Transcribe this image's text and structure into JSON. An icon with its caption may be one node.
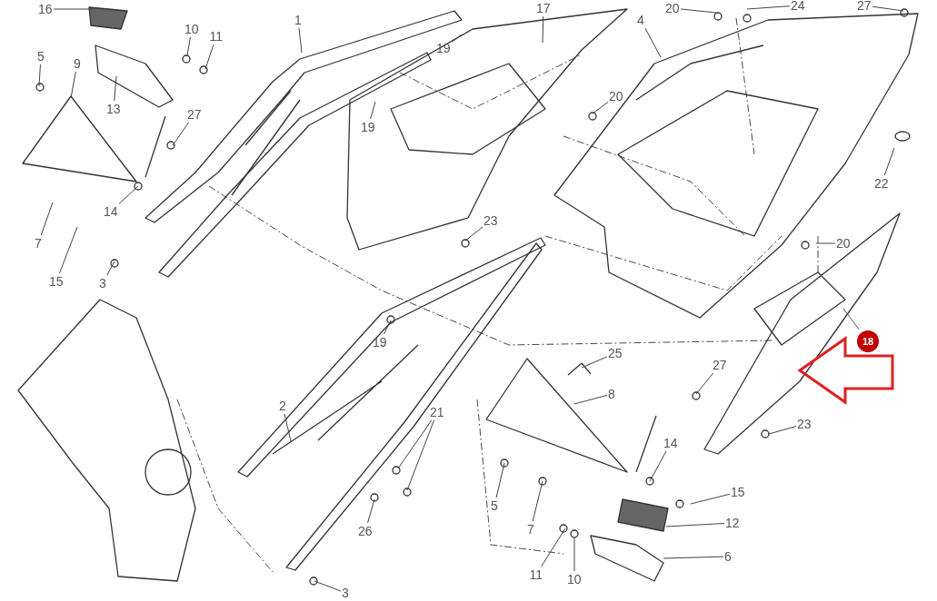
{
  "diagram": {
    "nodes": [
      {
        "text": [
          "16"
        ]
      },
      {
        "text": [
          "10"
        ]
      },
      {
        "text": [
          "11"
        ]
      },
      {
        "text": [
          "1"
        ]
      },
      {
        "text": [
          "17"
        ]
      },
      {
        "text": [
          "20"
        ]
      },
      {
        "text": [
          "24"
        ]
      },
      {
        "text": [
          "27"
        ]
      },
      {
        "text": [
          "5"
        ]
      },
      {
        "text": [
          "9"
        ]
      },
      {
        "text": [
          "19"
        ]
      },
      {
        "text": [
          "4"
        ]
      },
      {
        "text": [
          "13"
        ]
      },
      {
        "text": [
          "27"
        ]
      },
      {
        "text": [
          "19"
        ]
      },
      {
        "text": [
          "20"
        ]
      },
      {
        "text": [
          "22"
        ]
      },
      {
        "text": [
          "14"
        ]
      },
      {
        "text": [
          "7"
        ]
      },
      {
        "text": [
          "23"
        ]
      },
      {
        "text": [
          "20"
        ]
      },
      {
        "text": [
          "15"
        ]
      },
      {
        "text": [
          "3"
        ]
      },
      {
        "text": [
          "18"
        ]
      },
      {
        "text": [
          "19"
        ]
      },
      {
        "text": [
          "25"
        ]
      },
      {
        "text": [
          "27"
        ]
      },
      {
        "text": [
          "8"
        ]
      },
      {
        "text": [
          "2"
        ]
      },
      {
        "text": [
          "21"
        ]
      },
      {
        "text": [
          "23"
        ]
      },
      {
        "text": [
          "14"
        ]
      },
      {
        "text": [
          "15"
        ]
      },
      {
        "text": [
          "5"
        ]
      },
      {
        "text": [
          "7"
        ]
      },
      {
        "text": [
          "26"
        ]
      },
      {
        "text": [
          "12"
        ]
      },
      {
        "text": [
          "11"
        ]
      },
      {
        "text": [
          "10"
        ]
      },
      {
        "text": [
          "6"
        ]
      },
      {
        "text": [
          "3"
        ]
      }
    ],
    "edges": [
      {
        "from": 0,
        "to": null,
        "arrow": "none"
      },
      {
        "from": 1,
        "to": null,
        "arrow": "none"
      },
      {
        "from": 2,
        "to": null,
        "arrow": "none"
      },
      {
        "from": 3,
        "to": null,
        "arrow": "none"
      },
      {
        "from": 4,
        "to": null,
        "arrow": "none"
      },
      {
        "from": 5,
        "to": null,
        "arrow": "none"
      },
      {
        "from": 6,
        "to": null,
        "arrow": "none"
      },
      {
        "from": 7,
        "to": null,
        "arrow": "none"
      },
      {
        "from": 8,
        "to": null,
        "arrow": "none"
      },
      {
        "from": 9,
        "to": null,
        "arrow": "none"
      },
      {
        "from": 10,
        "to": null,
        "arrow": "none"
      },
      {
        "from": 11,
        "to": null,
        "arrow": "none"
      },
      {
        "from": 12,
        "to": null,
        "arrow": "none"
      },
      {
        "from": 13,
        "to": null,
        "arrow": "none"
      },
      {
        "from": 14,
        "to": null,
        "arrow": "none"
      },
      {
        "from": 15,
        "to": null,
        "arrow": "none"
      },
      {
        "from": 16,
        "to": null,
        "arrow": "none"
      },
      {
        "from": 17,
        "to": null,
        "arrow": "none"
      },
      {
        "from": 18,
        "to": null,
        "arrow": "none"
      },
      {
        "from": 19,
        "to": null,
        "arrow": "none"
      },
      {
        "from": 20,
        "to": null,
        "arrow": "none"
      },
      {
        "from": 21,
        "to": null,
        "arrow": "none"
      },
      {
        "from": 22,
        "to": null,
        "arrow": "none"
      },
      {
        "from": 23,
        "to": null,
        "arrow": "none"
      },
      {
        "from": 24,
        "to": null,
        "arrow": "none"
      },
      {
        "from": 25,
        "to": null,
        "arrow": "none"
      },
      {
        "from": 26,
        "to": null,
        "arrow": "none"
      },
      {
        "from": 27,
        "to": null,
        "arrow": "none"
      },
      {
        "from": 28,
        "to": null,
        "arrow": "none"
      },
      {
        "from": 29,
        "to": null,
        "arrow": "none"
      },
      {
        "from": 29,
        "to": null,
        "arrow": "none"
      },
      {
        "from": 30,
        "to": null,
        "arrow": "none"
      },
      {
        "from": 31,
        "to": null,
        "arrow": "none"
      },
      {
        "from": 32,
        "to": null,
        "arrow": "none"
      },
      {
        "from": 33,
        "to": null,
        "arrow": "none"
      },
      {
        "from": 34,
        "to": null,
        "arrow": "none"
      },
      {
        "from": 35,
        "to": null,
        "arrow": "none"
      },
      {
        "from": 36,
        "to": null,
        "arrow": "none"
      },
      {
        "from": 37,
        "to": null,
        "arrow": "none"
      },
      {
        "from": 38,
        "to": null,
        "arrow": "none"
      },
      {
        "from": 39,
        "to": null,
        "arrow": "none"
      },
      {
        "from": 40,
        "to": null,
        "arrow": "none"
      }
    ]
  }
}
